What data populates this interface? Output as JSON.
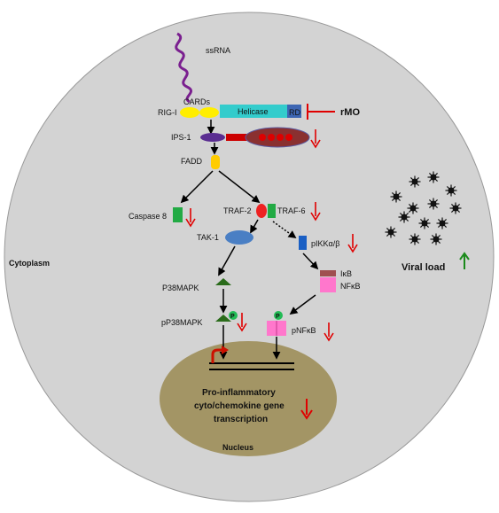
{
  "labels": {
    "ssrna": "ssRNA",
    "cards": "CARDs",
    "rigi": "RIG-I",
    "helicase": "Helicase",
    "rd": "RD",
    "rmo": "rMO",
    "ips1": "IPS-1",
    "fadd": "FADD",
    "caspase8": "Caspase 8",
    "traf2": "TRAF-2",
    "traf6": "TRAF-6",
    "tak1": "TAK-1",
    "pikk": "pIKKα/β",
    "ikb": "IκB",
    "nfkb": "NFκB",
    "p38mapk": "P38MAPK",
    "pp38mapk": "pP38MAPK",
    "pnfkb": "pNFκB",
    "p": "P",
    "cytoplasm": "Cytoplasm",
    "viral_load": "Viral load",
    "nucleus_line1": "Pro-inflammatory",
    "nucleus_line2": "cyto/chemokine gene",
    "nucleus_line3": "transcription",
    "nucleus": "Nucleus"
  },
  "colors": {
    "cell": "#d3d3d3",
    "nucleus": "#a39565",
    "down_arrow": "#e00000",
    "up_arrow": "#1a8a1a",
    "inhibitor": "#e00000",
    "rna": "#7a1f8f",
    "cards": "#ffee00",
    "helicase": "#33cccc",
    "rd": "#3d66b3",
    "ips1_oval": "#5a2d91",
    "ips1_bar": "#cc0000",
    "mito": "#8a3030",
    "fadd": "#ffcc00",
    "caspase": "#22aa44",
    "traf2": "#ee2222",
    "traf6": "#22aa44",
    "tak1": "#4a7fc4",
    "pikk": "#1a5fc4",
    "ikb": "#a05050",
    "nfkb": "#ff77cc",
    "p38": "#2a6b1a",
    "phospho": "#22bb55",
    "transcription_arrow": "#cc1100"
  },
  "icons": [
    "virus-icon",
    "down-arrow-icon",
    "up-arrow-icon",
    "inhibition-bar-icon",
    "phosphate-icon"
  ]
}
